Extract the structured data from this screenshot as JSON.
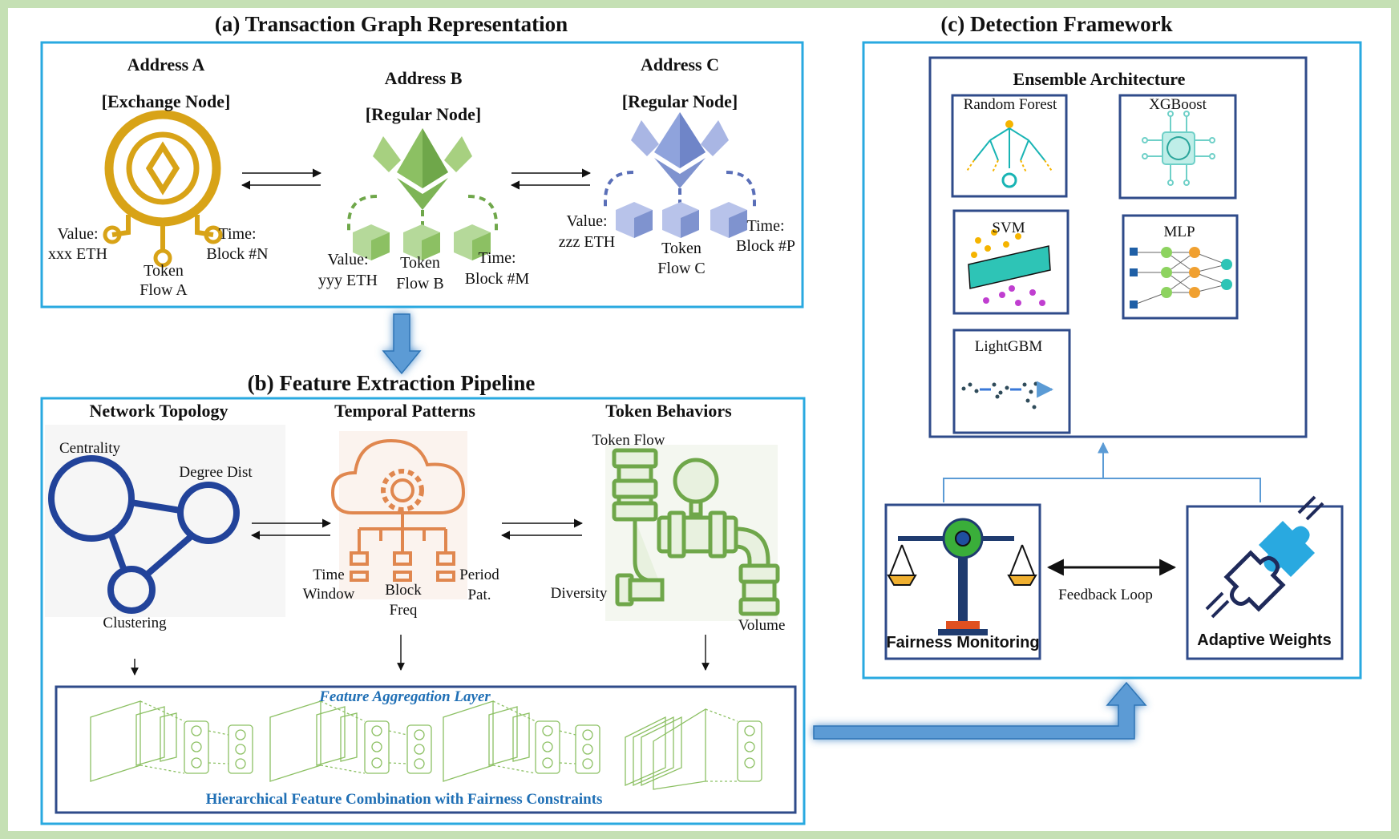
{
  "sections": {
    "a_title": "(a) Transaction Graph Representation",
    "b_title": "(b) Feature Extraction Pipeline",
    "c_title": "(c) Detection Framework"
  },
  "address_a": {
    "title": "Address A",
    "type": "[Exchange Node]",
    "value": "Value:",
    "value2": "xxx ETH",
    "token": "Token",
    "token2": "Flow A",
    "time": "Time:",
    "time2": "Block #N"
  },
  "address_b": {
    "title": "Address B",
    "type": "[Regular Node]",
    "value": "Value:",
    "value2": "yyy  ETH",
    "token": "Token",
    "token2": "Flow B",
    "time": "Time:",
    "time2": "Block #M"
  },
  "address_c": {
    "title": "Address C",
    "type": "[Regular Node]",
    "value": "Value:",
    "value2": "zzz ETH",
    "token": "Token",
    "token2": "Flow C",
    "time": "Time:",
    "time2": "Block #P"
  },
  "features": {
    "network": {
      "title": "Network Topology",
      "centrality": "Centrality",
      "degree": "Degree Dist",
      "clustering": "Clustering"
    },
    "temporal": {
      "title": "Temporal Patterns",
      "time": "Time",
      "time2": "Window",
      "block": "Block",
      "block2": "Freq",
      "period": "Period",
      "period2": "Pat."
    },
    "token": {
      "title": "Token Behaviors",
      "flow": "Token Flow",
      "diversity": "Diversity",
      "volume": "Volume"
    },
    "aggregation_title": "Feature Aggregation Layer",
    "aggregation_caption": "Hierarchical  Feature Combination with Fairness Constraints"
  },
  "detection": {
    "ensemble_title": "Ensemble Architecture",
    "models": [
      "Random Forest",
      "XGBoost",
      "SVM",
      "MLP",
      "LightGBM"
    ],
    "fairness": "Fairness Monitoring",
    "adaptive": "Adaptive Weights",
    "feedback": "Feedback Loop"
  },
  "colors": {
    "frame_green": "#c5e0b4",
    "box_blue": "#29a9e0",
    "dark_blue": "#2f4b8a",
    "gold": "#d8a317",
    "green_node": "#8cc063",
    "purple_node": "#7f93cf",
    "orange": "#e0874f"
  }
}
